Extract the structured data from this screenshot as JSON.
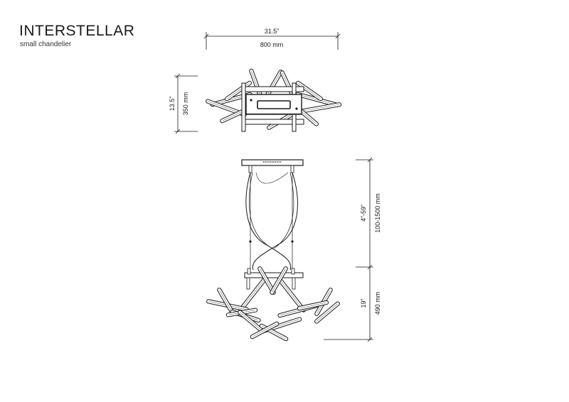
{
  "product": {
    "name": "INTERSTELLAR",
    "type": "small chandelier"
  },
  "dimensions": {
    "width_in": "31.5”",
    "width_mm": "800 mm",
    "height_in": "13.5”",
    "height_mm": "350 mm",
    "cable_in": "4”-59”",
    "cable_mm": "100-1500 mm",
    "body_in": "19”",
    "body_mm": "490 mm"
  }
}
